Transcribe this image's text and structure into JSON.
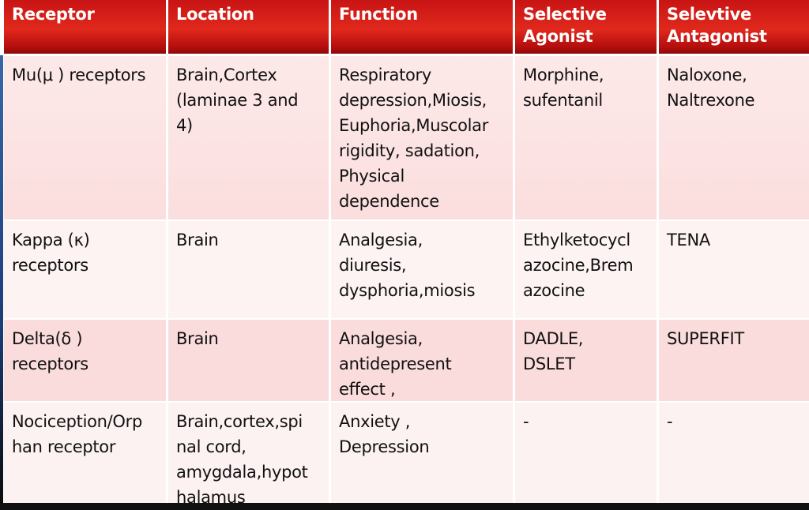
{
  "header": [
    "Receptor",
    "Location",
    "Function",
    "Selective Agonist",
    "Selevtive Antagonist"
  ],
  "header_lines": [
    [
      "Receptor"
    ],
    [
      "Location"
    ],
    [
      "Function"
    ],
    [
      "Selective",
      "Agonist"
    ],
    [
      "Selevtive",
      "Antagonist"
    ]
  ],
  "rows": [
    [
      [
        "Mu(μ ) receptors"
      ],
      [
        "Brain,Cortex",
        "(laminae 3 and",
        "4)"
      ],
      [
        "Respiratory",
        "depression,Miosis,",
        "Euphoria,Muscolar",
        "rigidity, sadation,",
        "Physical",
        "dependence"
      ],
      [
        "Morphine,",
        "sufentanil"
      ],
      [
        "Naloxone,",
        "Naltrexone"
      ]
    ],
    [
      [
        "Kappa (κ)",
        "receptors"
      ],
      [
        "Brain"
      ],
      [
        "Analgesia,",
        "diuresis,",
        "dysphoria,miosis"
      ],
      [
        "Ethylketocycl",
        "azocine,Brem",
        "azocine"
      ],
      [
        "TENA"
      ]
    ],
    [
      [
        "Delta(δ )",
        "receptors"
      ],
      [
        "Brain"
      ],
      [
        "Analgesia,",
        "antidepresent",
        "effect ,"
      ],
      [
        "DADLE,",
        "DSLET"
      ],
      [
        "SUPERFIT"
      ]
    ],
    [
      [
        "Nociception/Orp",
        "han receptor"
      ],
      [
        "Brain,cortex,spi",
        "nal cord,",
        "amygdala,hypot",
        "halamus"
      ],
      [
        "Anxiety ,",
        "Depression"
      ],
      [
        "-"
      ],
      [
        "-"
      ]
    ]
  ],
  "colors": {
    "header": "#d81e1a",
    "row_pink": "#fbdcdc",
    "row_light": "#fdf3f3"
  }
}
